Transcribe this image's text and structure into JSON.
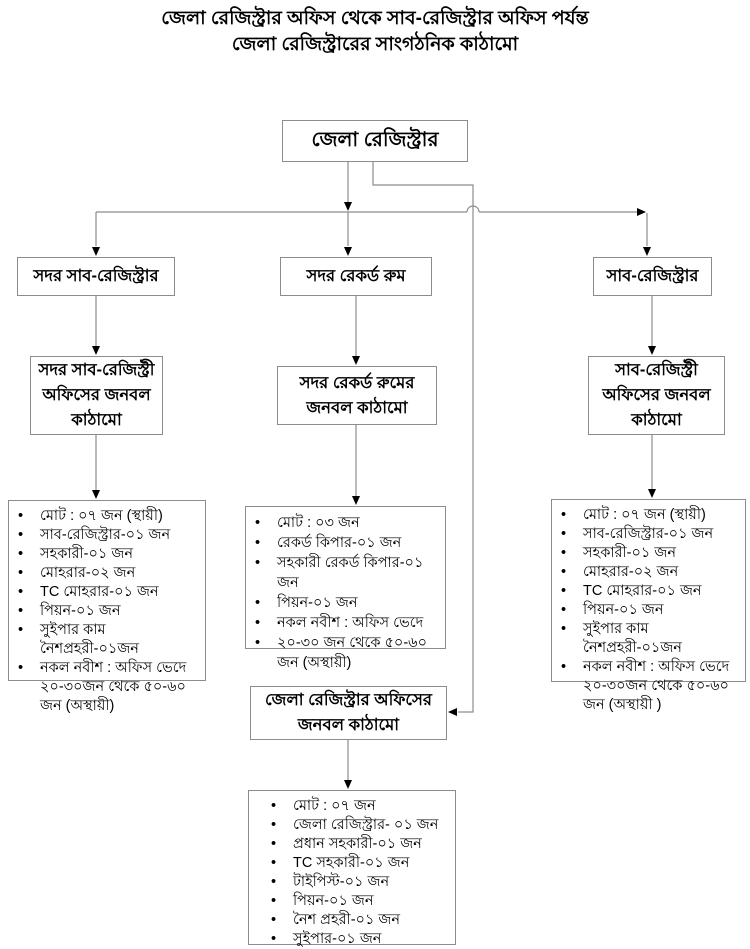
{
  "title": {
    "line1": "জেলা রেজিস্ট্রার অফিস থেকে সাব-রেজিস্ট্রার অফিস পর্যন্ত",
    "line2": "জেলা রেজিস্ট্রারের সাংগঠনিক কাঠামো"
  },
  "nodes": {
    "district_registrar": "জেলা রেজিস্ট্রার",
    "sadar_sub_registrar": "সদর সাব-রেজিস্ট্রার",
    "sadar_record_room": "সদর রেকর্ড রুম",
    "sub_registrar": "সাব-রেজিস্ট্রার",
    "sadar_sub_registry_office_staff": "সদর সাব-রেজিস্ট্রী অফিসের জনবল কাঠামো",
    "sadar_record_room_staff": "সদর রেকর্ড রুমের জনবল কাঠামো",
    "sub_registry_office_staff": "সাব-রেজিস্ট্রী অফিসের জনবল কাঠামো",
    "district_registrar_office_staff": "জেলা রেজিস্ট্রার অফিসের জনবল কাঠামো"
  },
  "lists": {
    "left": {
      "items": [
        "মোট : ০৭ জন (স্থায়ী)",
        "সাব-রেজিস্ট্রার-০১ জন",
        "সহকারী-০১ জন",
        "মোহরার-০২ জন",
        "TC মোহরার-০১ জন",
        "পিয়ন-০১ জন",
        "সুইপার কাম নৈশপ্রহরী-০১জন",
        "নকল নবীশ : অফিস ভেদে ২০-৩০জন থেকে ৫০-৬০ জন (অস্থায়ী)"
      ]
    },
    "middle": {
      "items": [
        "মোট : ০৩ জন",
        "রেকর্ড কিপার-০১ জন",
        "সহকারী রেকর্ড কিপার-০১ জন",
        "পিয়ন-০১ জন",
        "নকল নবীশ : অফিস ভেদে",
        "২০-৩০ জন থেকে ৫০-৬০ জন (অস্থায়ী)"
      ]
    },
    "right": {
      "items": [
        "মোট : ০৭ জন (স্থায়ী)",
        "সাব-রেজিস্ট্রার-০১ জন",
        "সহকারী-০১ জন",
        "মোহরার-০২ জন",
        "TC মোহরার-০১ জন",
        "পিয়ন-০১ জন",
        "সুইপার কাম নৈশপ্রহরী-০১জন",
        "নকল নবীশ : অফিস ভেদে ২০-৩০জন থেকে ৫০-৬০ জন (অস্থায়ী )"
      ]
    },
    "bottom": {
      "items": [
        "মোট : ০৭ জন",
        "জেলা রেজিস্ট্রার- ০১ জন",
        "প্রধান সহকারী-০১ জন",
        "TC সহকারী-০১ জন",
        "টাইপিস্ট-০১ জন",
        "পিয়ন-০১ জন",
        "নৈশ প্রহরী-০১ জন",
        "সুইপার-০১ জন"
      ]
    }
  },
  "glyphs": {
    "bullet": "•"
  },
  "colors": {
    "line": "#8c8c8c",
    "arrow": "#000000",
    "text": "#000000",
    "background": "#ffffff"
  }
}
